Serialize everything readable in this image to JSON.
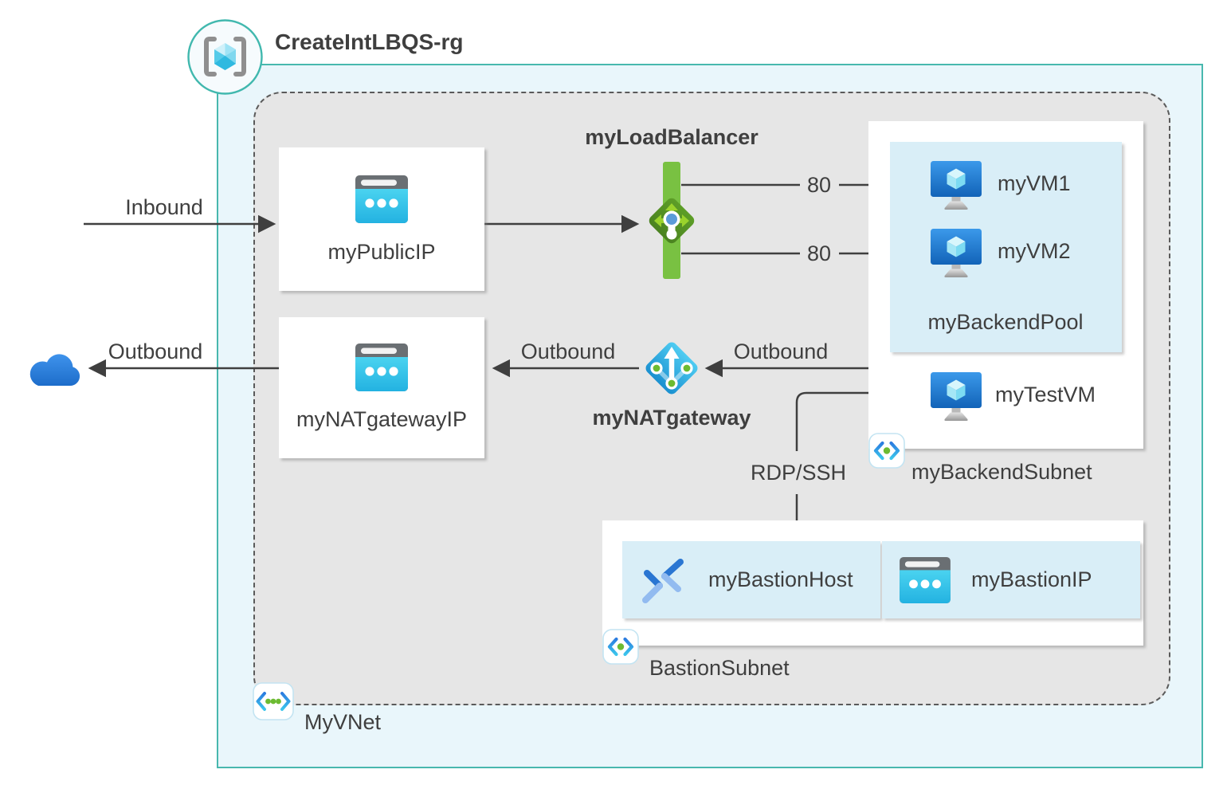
{
  "header": {
    "resource_group": "CreateIntLBQS-rg"
  },
  "nodes": {
    "public_ip": {
      "label": "myPublicIP"
    },
    "load_balancer": {
      "label": "myLoadBalancer"
    },
    "nat_gateway": {
      "label": "myNATgateway"
    },
    "nat_gateway_ip": {
      "label": "myNATgatewayIP"
    },
    "backend_subnet": {
      "label": "myBackendSubnet",
      "backend_pool": {
        "label": "myBackendPool",
        "vms": [
          {
            "label": "myVM1"
          },
          {
            "label": "myVM2"
          }
        ]
      },
      "test_vm": {
        "label": "myTestVM"
      }
    },
    "bastion_subnet": {
      "label": "BastionSubnet",
      "bastion_host": {
        "label": "myBastionHost"
      },
      "bastion_ip": {
        "label": "myBastionIP"
      }
    },
    "vnet": {
      "label": "MyVNet"
    },
    "internet_cloud": {
      "label": ""
    }
  },
  "edges": {
    "inbound": {
      "label": "Inbound"
    },
    "outbound_to_internet": {
      "label": "Outbound"
    },
    "outbound_from_nat": {
      "label": "Outbound"
    },
    "outbound_from_backend": {
      "label": "Outbound"
    },
    "lb_port_top": {
      "label": "80"
    },
    "lb_port_bottom": {
      "label": "80"
    },
    "rdp_ssh": {
      "label": "RDP/SSH"
    }
  },
  "colors": {
    "resource_group_border": "#48b8ae",
    "resource_group_fill": "#e9f6fb",
    "vnet_fill": "#e6e6e6",
    "subnet_highlight_fill": "#d9eef7",
    "load_balancer_green": "#79c142",
    "azure_cyan": "#31c0e8",
    "azure_blue": "#2a76d2",
    "arrow_gray": "#3f3f3f",
    "dot_green": "#6cbb31"
  }
}
